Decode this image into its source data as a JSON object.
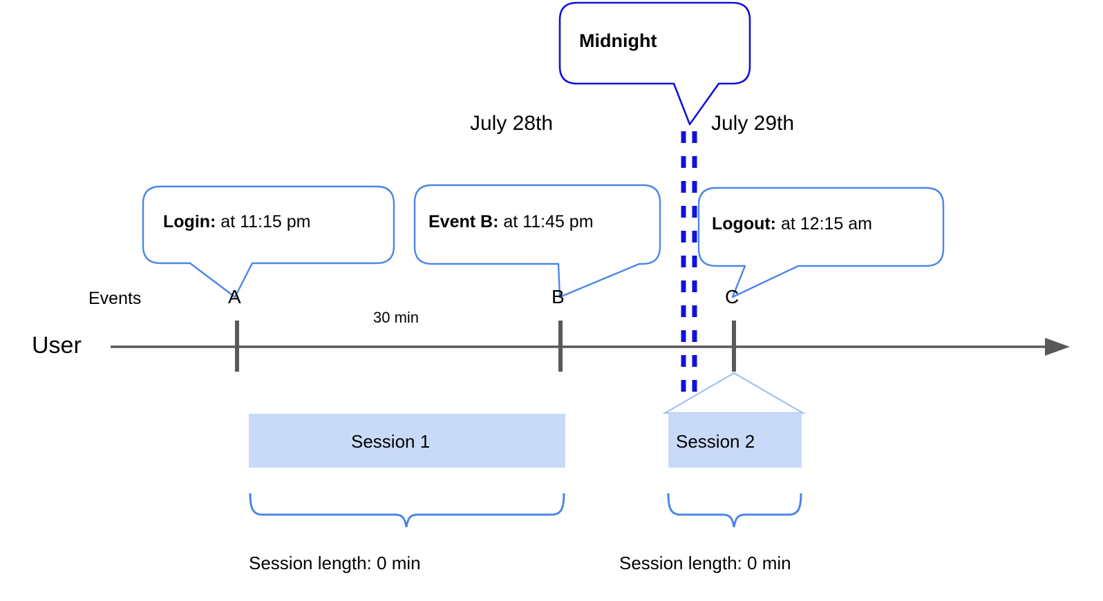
{
  "diagram": {
    "title": "User session timeline across midnight",
    "colors": {
      "midnight_blue": "#1111dd",
      "callout_blue": "#4a86e8",
      "session_fill": "#c9daf8",
      "axis_gray": "#595959",
      "text_black": "#000000"
    },
    "midnight_callout": {
      "label": "Midnight"
    },
    "dates": [
      {
        "label": "July 28th"
      },
      {
        "label": "July 29th"
      }
    ],
    "event_callouts": [
      {
        "title": "Login:",
        "detail": " at 11:15 pm"
      },
      {
        "title": "Event B:",
        "detail": " at 11:45 pm"
      },
      {
        "title": "Logout:",
        "detail": " at 12:15 am"
      }
    ],
    "axis": {
      "row_label": "User",
      "events_label": "Events",
      "event_markers": [
        {
          "letter": "A"
        },
        {
          "letter": "B"
        },
        {
          "letter": "C"
        }
      ],
      "gap_label": "30 min"
    },
    "sessions": [
      {
        "label": "Session 1",
        "length_label": "Session length: 0 min"
      },
      {
        "label": "Session 2",
        "length_label": "Session length: 0 min"
      }
    ]
  }
}
